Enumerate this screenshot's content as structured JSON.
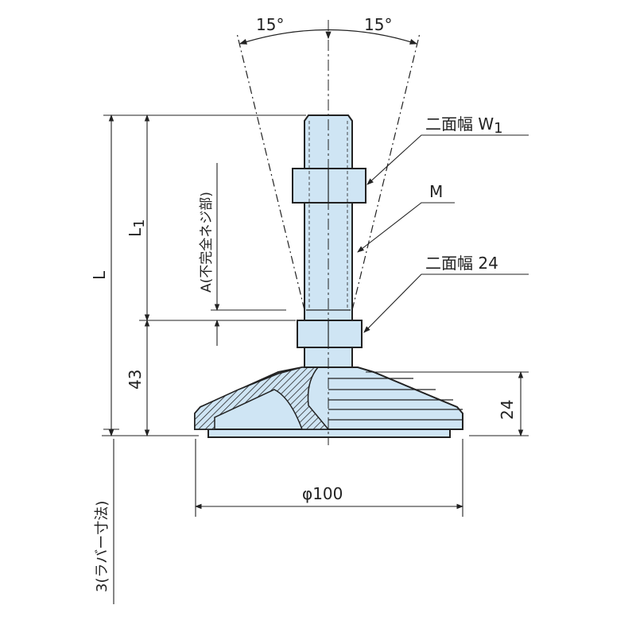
{
  "labels": {
    "angle_left": "15°",
    "angle_right": "15°",
    "flat_width_w1": "二面幅 W",
    "flat_width_w1_sub": "1",
    "thread_m": "M",
    "flat_width_24": "二面幅 24",
    "length_l": "L",
    "length_l1": "L",
    "length_l1_sub": "1",
    "incomplete_thread": "A(不完全ネジ部)",
    "height_43": "43",
    "height_24": "24",
    "diameter": "φ100",
    "rubber_dim": "3(ラバー寸法)"
  },
  "colors": {
    "fill": "#cfe5f4",
    "stroke": "#222222"
  }
}
